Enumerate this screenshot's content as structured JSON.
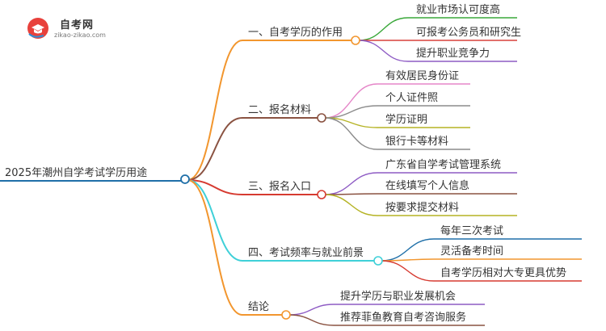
{
  "logo": {
    "title": "自考网",
    "url": "zikao-zikao.com"
  },
  "root": {
    "label": "2025年潮州自学考试学历用途",
    "color": "#1f6fa8"
  },
  "branches": [
    {
      "label": "一、自考学历的作用",
      "color": "#f2962e",
      "children": [
        {
          "label": "就业市场认可度高",
          "color": "#3aa83a"
        },
        {
          "label": "可报考公务员和研究生",
          "color": "#d9403a"
        },
        {
          "label": "提升职业竞争力",
          "color": "#8e5bc4"
        }
      ]
    },
    {
      "label": "二、报名材料",
      "color": "#8a5241",
      "children": [
        {
          "label": "有效居民身份证",
          "color": "#e586c8"
        },
        {
          "label": "个人证件照",
          "color": "#8c8c8c"
        },
        {
          "label": "学历证明",
          "color": "#b5b324"
        },
        {
          "label": "银行卡等材料",
          "color": "#8c8c8c"
        }
      ]
    },
    {
      "label": "三、报名入口",
      "color": "#d63a30",
      "children": [
        {
          "label": "广东省自学考试管理系统",
          "color": "#8e5bc4"
        },
        {
          "label": "在线填写个人信息",
          "color": "#8a5241"
        },
        {
          "label": "按要求提交材料",
          "color": "#b5b324"
        }
      ]
    },
    {
      "label": "四、考试频率与就业前景",
      "color": "#3fd0d8",
      "children": [
        {
          "label": "每年三次考试",
          "color": "#1f6fa8"
        },
        {
          "label": "灵活备考时间",
          "color": "#f2962e"
        },
        {
          "label": "自考学历相对大专更具优势",
          "color": "#d63a30"
        }
      ]
    },
    {
      "label": "结论",
      "color": "#f2962e",
      "children": [
        {
          "label": "提升学历与职业发展机会",
          "color": "#8e5bc4"
        },
        {
          "label": "推荐菲鱼教育自考咨询服务",
          "color": "#8a5241"
        }
      ]
    }
  ]
}
